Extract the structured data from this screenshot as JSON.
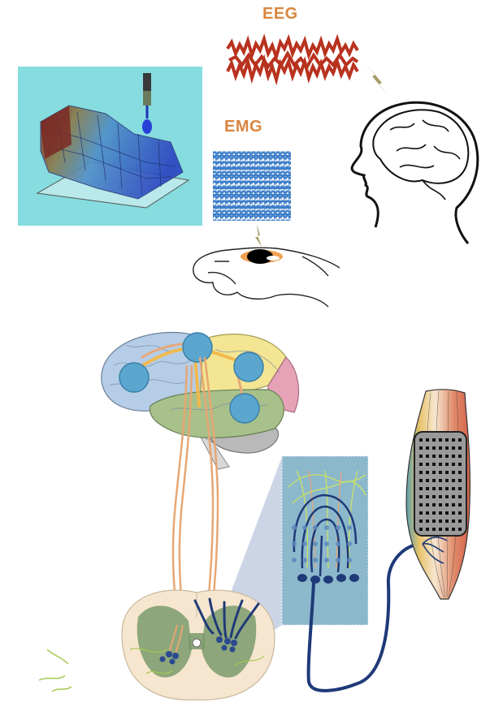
{
  "labels": {
    "eeg": "EEG",
    "emg": "EMG"
  },
  "colors": {
    "label_orange": "#d9863f",
    "eeg_signal": "#b8321e",
    "emg_signal": "#3f7fc9",
    "arrow_khaki": "#a89c6a",
    "panel_cyan": "#86dcdf",
    "inset_blue": "#8cb8cc",
    "electrode_blue": "#5aa6cf",
    "nerve_navy": "#1f3a78",
    "tract_orange": "#e6a774",
    "cord_outer": "#f6e6cf",
    "cord_grey_matter": "#7a9a6c"
  },
  "icons": [
    "eeg-signal-trace",
    "emg-signal-trace",
    "head-profile-icon",
    "hand-with-sensor-icon",
    "surface-emg-map-panel",
    "brain-with-electrodes",
    "spinal-cord-cross-section",
    "motor-neuron-inset",
    "muscle-electrode-grid"
  ]
}
